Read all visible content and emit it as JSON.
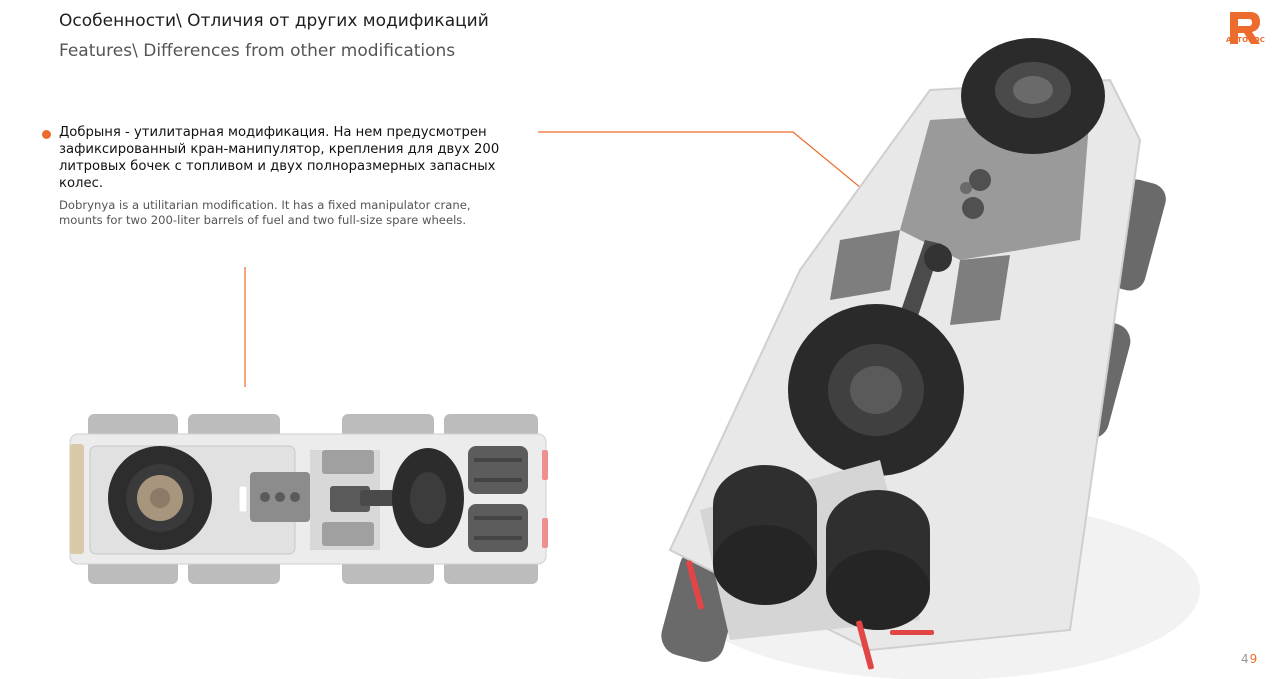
{
  "header": {
    "title_ru": "Особенности\\ Отличия от других модификаций",
    "title_en": "Features\\ Differences from other modifications"
  },
  "logo": {
    "icon": "r-logo-icon",
    "text": "АВТОРОС",
    "color": "#ec6b2d"
  },
  "description": {
    "ru": "Добрыня - утилитарная модификация. На нем предусмотрен зафиксированный кран-манипулятор, крепления для двух 200 литровых бочек с топливом и двух полноразмерных запасных колес.",
    "en": "Dobrynya is a utilitarian modification. It has a fixed manipulator crane, mounts for two 200-liter barrels of fuel and two full-size spare wheels."
  },
  "page": {
    "number_first": "4",
    "number_second": "9"
  },
  "colors": {
    "accent": "#ec6b2d",
    "vehicle_body": "#e9e9ea",
    "tire": "#2a2a2a",
    "panel": "#8a8a8a"
  }
}
